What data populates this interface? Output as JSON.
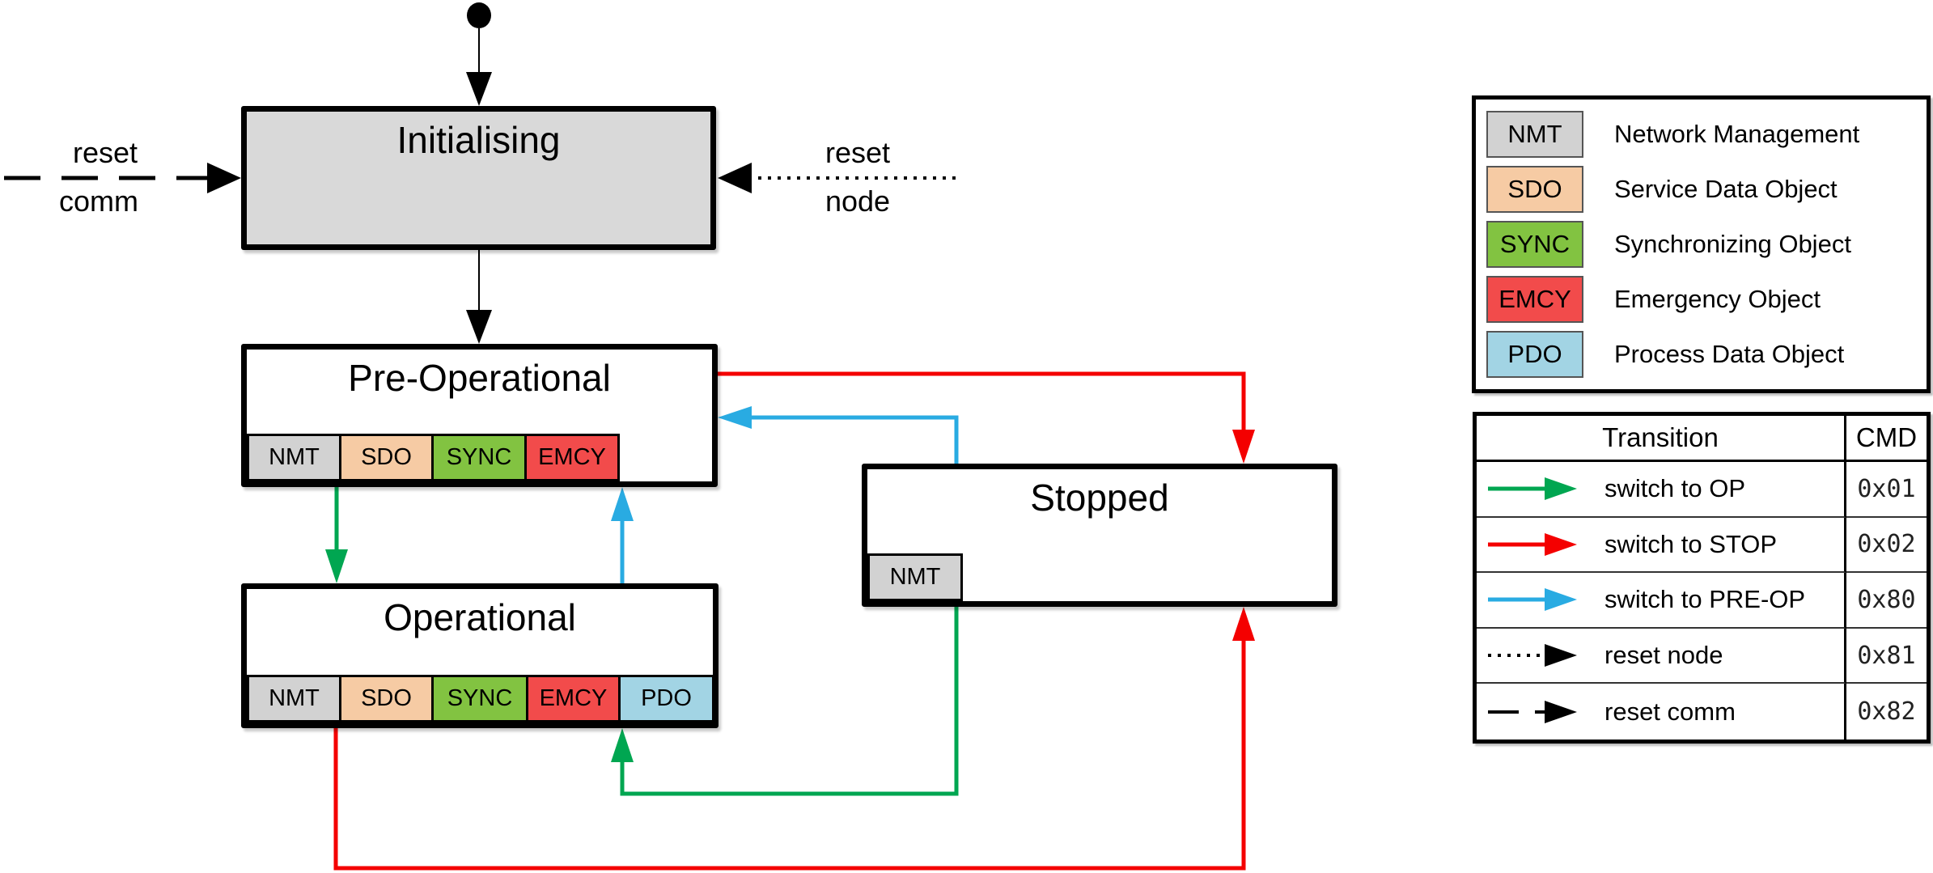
{
  "colors": {
    "statefill": "#d9d9d9",
    "nmt": "#d2d2d2",
    "sdo": "#f6cba4",
    "sync": "#82c341",
    "emcy": "#f24b4b",
    "pdo": "#a2d4e4",
    "green": "#00a651",
    "red": "#f40000",
    "blue": "#29abe2"
  },
  "states": {
    "initialising": {
      "title": "Initialising",
      "tabs": []
    },
    "pre_operational": {
      "title": "Pre-Operational",
      "tabs": [
        {
          "label": "NMT"
        },
        {
          "label": "SDO"
        },
        {
          "label": "SYNC"
        },
        {
          "label": "EMCY"
        }
      ]
    },
    "operational": {
      "title": "Operational",
      "tabs": [
        {
          "label": "NMT"
        },
        {
          "label": "SDO"
        },
        {
          "label": "SYNC"
        },
        {
          "label": "EMCY"
        },
        {
          "label": "PDO"
        }
      ]
    },
    "stopped": {
      "title": "Stopped",
      "tabs": [
        {
          "label": "NMT"
        }
      ]
    }
  },
  "labels": {
    "reset_comm_top": "reset",
    "reset_comm_bottom": "comm",
    "reset_node_top": "reset",
    "reset_node_bottom": "node"
  },
  "legend": {
    "items": [
      {
        "code": "NMT",
        "description": "Network Management"
      },
      {
        "code": "SDO",
        "description": "Service Data Object"
      },
      {
        "code": "SYNC",
        "description": "Synchronizing Object"
      },
      {
        "code": "EMCY",
        "description": "Emergency Object"
      },
      {
        "code": "PDO",
        "description": "Process Data Object"
      }
    ]
  },
  "transition_table": {
    "headers": [
      "Transition",
      "CMD"
    ],
    "rows": [
      {
        "transition": "switch to OP",
        "cmd": "0x01",
        "arrow": "green-solid"
      },
      {
        "transition": "switch to STOP",
        "cmd": "0x02",
        "arrow": "red-solid"
      },
      {
        "transition": "switch to PRE-OP",
        "cmd": "0x80",
        "arrow": "blue-solid"
      },
      {
        "transition": "reset node",
        "cmd": "0x81",
        "arrow": "black-dotted"
      },
      {
        "transition": "reset comm",
        "cmd": "0x82",
        "arrow": "black-dash-gap"
      }
    ]
  },
  "edges": [
    {
      "from": "start",
      "to": "Initialising",
      "style": "black-solid"
    },
    {
      "label": "reset comm",
      "to": "Initialising",
      "side": "left",
      "style": "black-dashed"
    },
    {
      "label": "reset node",
      "to": "Initialising",
      "side": "right",
      "style": "black-dotted"
    },
    {
      "from": "Initialising",
      "to": "Pre-Operational",
      "style": "black-solid"
    },
    {
      "from": "Pre-Operational",
      "to": "Operational",
      "style": "green"
    },
    {
      "from": "Operational",
      "to": "Pre-Operational",
      "style": "blue"
    },
    {
      "from": "Pre-Operational",
      "to": "Stopped",
      "style": "red"
    },
    {
      "from": "Stopped",
      "to": "Pre-Operational",
      "style": "blue"
    },
    {
      "from": "Stopped",
      "to": "Operational",
      "style": "green"
    },
    {
      "from": "Operational",
      "to": "Stopped",
      "style": "red"
    }
  ]
}
